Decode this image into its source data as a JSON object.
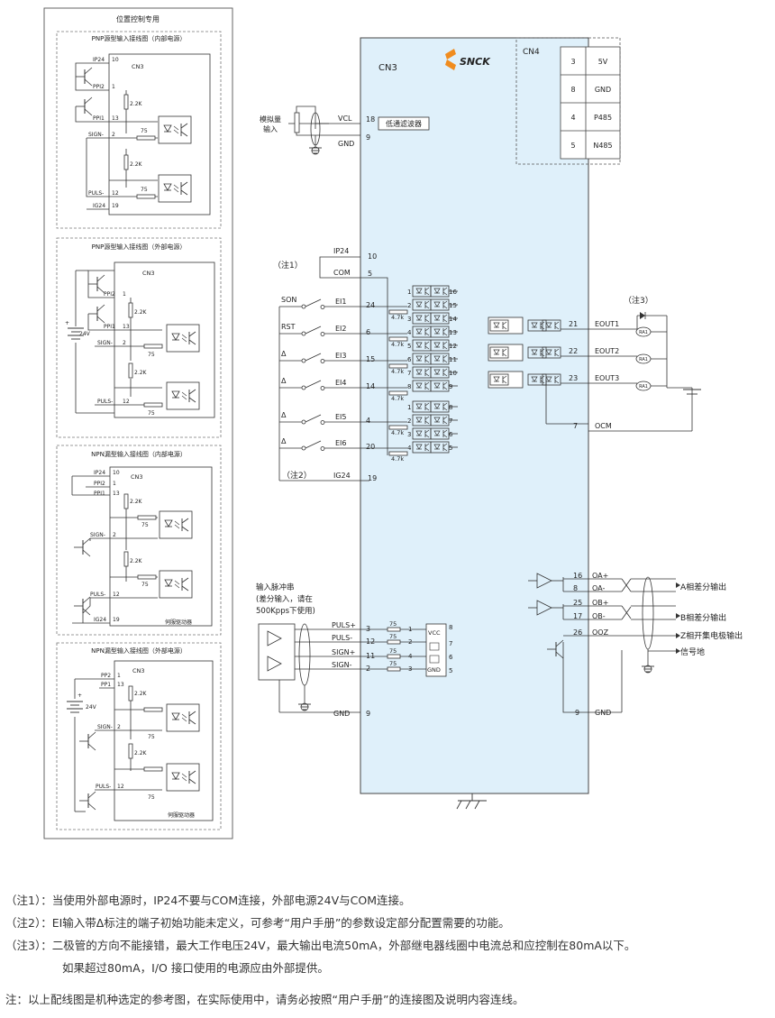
{
  "left_panel": {
    "title": "位置控制专用",
    "box1": {
      "title": "PNP源型输入接线图（内部电源）",
      "cn": "CN3",
      "pins": [
        [
          "IP24",
          "10"
        ],
        [
          "PPI2",
          "1"
        ],
        [
          "PPI1",
          "13"
        ],
        [
          "SIGN-",
          "2"
        ],
        [
          "PULS-",
          "12"
        ],
        [
          "IG24",
          "19"
        ]
      ]
    },
    "box2": {
      "title": "PNP源型输入接线图（外部电源）",
      "cn": "CN3",
      "voltage": "24V",
      "pins": [
        [
          "PPI2",
          "1"
        ],
        [
          "PPI1",
          "13"
        ],
        [
          "SIGN-",
          "2"
        ],
        [
          "PULS-",
          "12"
        ]
      ]
    },
    "box3": {
      "title": "NPN漏型输入接线图（内部电源）",
      "cn": "CN3",
      "driver": "伺服驱动器",
      "pins": [
        [
          "IP24",
          "10"
        ],
        [
          "PPI2",
          "1"
        ],
        [
          "PPI1",
          "13"
        ],
        [
          "SIGN-",
          "2"
        ],
        [
          "PULS-",
          "12"
        ],
        [
          "IG24",
          "19"
        ]
      ]
    },
    "box4": {
      "title": "NPN漏型输入接线图（外部电源）",
      "cn": "CN3",
      "voltage": "24V",
      "driver": "伺服驱动器",
      "pins": [
        [
          "PP2",
          "1"
        ],
        [
          "PP1",
          "13"
        ],
        [
          "SIGN-",
          "2"
        ],
        [
          "PULS-",
          "12"
        ]
      ]
    },
    "r22k": "2.2K",
    "r75": "75"
  },
  "main": {
    "cn3": "CN3",
    "brand": "SNCK",
    "cn4": {
      "title": "CN4",
      "rows": [
        [
          "3",
          "5V"
        ],
        [
          "8",
          "GND"
        ],
        [
          "4",
          "P485"
        ],
        [
          "5",
          "N485"
        ]
      ]
    },
    "analog": {
      "label1": "模拟量",
      "label2": "输入",
      "vcl": "VCL",
      "vcl_pin": "18",
      "gnd": "GND",
      "gnd_pin": "9",
      "filter": "低通滤波器"
    },
    "note1": "（注1）",
    "note2": "（注2）",
    "note3": "（注3）",
    "ip24": {
      "label": "IP24",
      "pin": "10"
    },
    "com": {
      "label": "COM",
      "pin": "5"
    },
    "ig24": {
      "label": "IG24",
      "pin": "19"
    },
    "r47k": "4.7k",
    "inputs": [
      {
        "sw": "SON",
        "name": "EI1",
        "pin": "24",
        "oc": [
          "1",
          "2",
          "3"
        ],
        "out": [
          "16",
          "15",
          "14"
        ]
      },
      {
        "sw": "RST",
        "name": "EI2",
        "pin": "6",
        "oc": [
          "4",
          "5"
        ],
        "out": [
          "13",
          "12"
        ]
      },
      {
        "sw": "Δ",
        "name": "EI3",
        "pin": "15",
        "oc": [
          "6",
          "7"
        ],
        "out": [
          "11",
          "10"
        ]
      },
      {
        "sw": "Δ",
        "name": "EI4",
        "pin": "14",
        "oc": [
          "8"
        ],
        "out": [
          "9"
        ]
      },
      {
        "sw": "Δ",
        "name": "EI5",
        "pin": "4",
        "oc": [
          "1",
          "2"
        ],
        "out": [
          "8",
          "7"
        ]
      },
      {
        "sw": "Δ",
        "name": "EI6",
        "pin": "20",
        "oc": [
          "3",
          "4"
        ],
        "out": [
          "6",
          "5"
        ]
      }
    ],
    "outputs": [
      {
        "pin": "21",
        "name": "EOUT1"
      },
      {
        "pin": "22",
        "name": "EOUT2"
      },
      {
        "pin": "23",
        "name": "EOUT3"
      }
    ],
    "relay": "RA1",
    "ocm": {
      "pin": "7",
      "name": "OCM"
    },
    "pulse_title": [
      "输入脉冲串",
      "(差分输入，请在",
      "500Kpps下使用)"
    ],
    "pulse": [
      {
        "name": "PULS+",
        "pin": "3",
        "oc": "1"
      },
      {
        "name": "PULS-",
        "pin": "12",
        "oc": "2"
      },
      {
        "name": "SIGN+",
        "pin": "11",
        "oc": "4"
      },
      {
        "name": "SIGN-",
        "pin": "2",
        "oc": "3"
      }
    ],
    "pulse_ic": {
      "vcc": "VCC",
      "gnd": "GND",
      "pins": [
        "8",
        "7",
        "6",
        "5"
      ]
    },
    "gnd_bottom": {
      "label": "GND",
      "pin": "9"
    },
    "encoder": [
      {
        "pin": "16",
        "name": "OA+"
      },
      {
        "pin": "8",
        "name": "OA-"
      },
      {
        "pin": "25",
        "name": "OB+"
      },
      {
        "pin": "17",
        "name": "OB-"
      },
      {
        "pin": "26",
        "name": "OOZ"
      }
    ],
    "enc_labels": [
      "A相差分输出",
      "B相差分输出",
      "Z相开集电极输出",
      "信号地"
    ],
    "gnd_right": {
      "pin": "9",
      "label": "GND"
    }
  },
  "notes": {
    "n1": "（注1）：当使用外部电源时，IP24不要与COM连接，外部电源24V与COM连接。",
    "n2": "（注2）：EI输入带Δ标注的端子初始功能未定义，可参考“用户手册”的参数设定部分配置需要的功能。",
    "n3a": "（注3）：二极管的方向不能接错，最大工作电压24V，最大输出电流50mA，外部继电器线圈中电流总和应控制在80mA以下。",
    "n3b": "如果超过80mA，I/O 接口使用的电源应由外部提供。",
    "final": "注：以上配线图是机种选定的参考图，在实际使用中，请务必按照“用户手册”的连接图及说明内容连线。"
  },
  "colors": {
    "panel": "#dff0fa",
    "brand_orange": "#f08c1e",
    "line": "#333333"
  }
}
